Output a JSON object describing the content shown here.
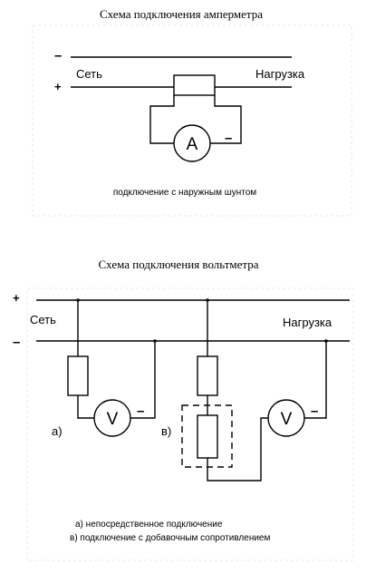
{
  "ammeter": {
    "title": "Схема подключения амперметра",
    "minus": "–",
    "plus": "+",
    "network": "Сеть",
    "load": "Нагрузка",
    "meter": "A",
    "meter_minus": "–",
    "caption": "подключение с наружным шунтом"
  },
  "voltmeter": {
    "title": "Схема подключения вольтметра",
    "plus": "+",
    "minus": "–",
    "network": "Сеть",
    "load": "Нагрузка",
    "meter_a": "V",
    "meter_a_minus": "–",
    "meter_b": "V",
    "meter_b_minus": "–",
    "label_a": "а)",
    "label_b": "в)",
    "legend_a": "а) непосредственное подключение",
    "legend_b": "в) подключение с добавочным сопротивлением"
  }
}
